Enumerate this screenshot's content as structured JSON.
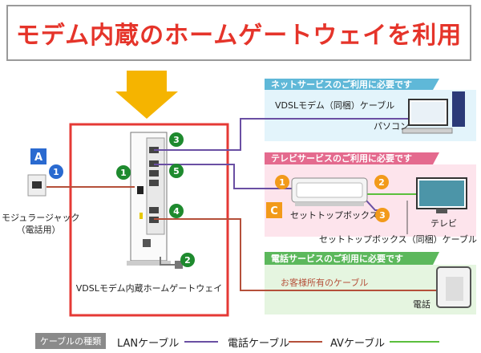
{
  "title": "モデム内蔵のホームゲートウェイを利用",
  "devices": {
    "gateway": "VDSLモデム内蔵ホームゲートウェイ",
    "jack": "モジュラージャック",
    "jack_sub": "（電話用）",
    "pc": "パソコン",
    "stb": "セットトップボックス",
    "tv": "テレビ",
    "phone": "電話"
  },
  "panels": {
    "net": "ネットサービスのご利用に必要です",
    "tv": "テレビサービスのご利用に必要です",
    "phone": "電話サービスのご利用に必要です"
  },
  "cables": {
    "vdsl": "VDSLモデム（同梱）ケーブル",
    "stb_cable": "セットトップボックス（同梱）ケーブル",
    "own": "お客様所有のケーブル"
  },
  "markers": {
    "A": "A",
    "C": "C",
    "n1": "1",
    "n2": "2",
    "n3": "3",
    "n4": "4",
    "n5": "5"
  },
  "legend": {
    "heading": "ケーブルの種類",
    "lan": "LANケーブル",
    "tel": "電話ケーブル",
    "av": "AVケーブル"
  },
  "colors": {
    "title": "#e5342a",
    "lan": "#6a4fa3",
    "tel": "#b5503a",
    "av": "#5bbf3d",
    "net_panel": "#5fb8d8",
    "tv_panel": "#e46a8e",
    "phone_panel": "#5cb85c",
    "highlight": "#e53935",
    "arrow": "#f5b400",
    "marker_blue": "#2a6ad0",
    "marker_green": "#1e8a2e",
    "marker_orange": "#f29a1a"
  }
}
